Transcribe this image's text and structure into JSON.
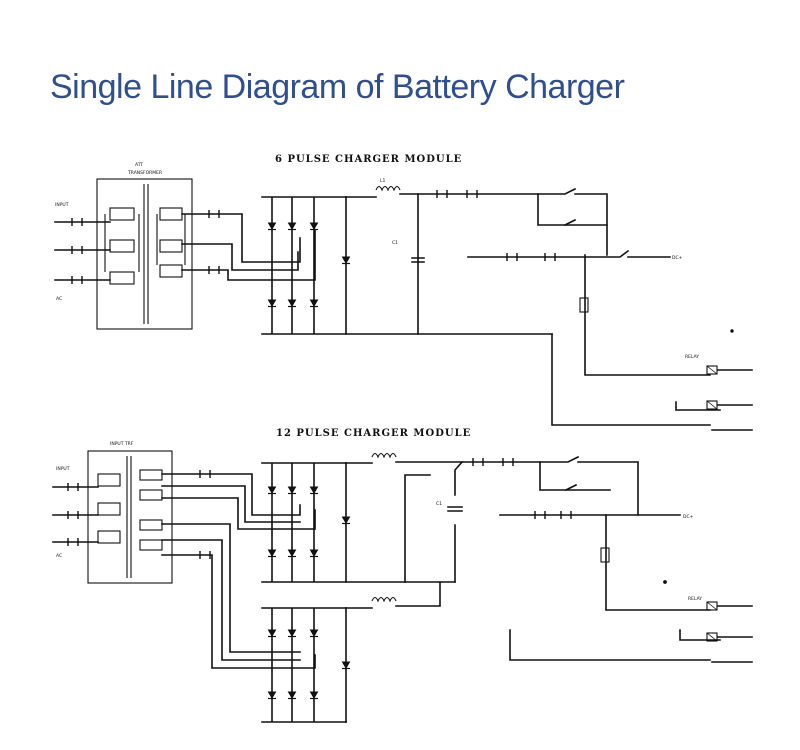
{
  "slide": {
    "title": "Single Line Diagram of Battery Charger"
  },
  "diagram": {
    "module_6_label": "6 PULSE CHARGER MODULE",
    "module_12_label": "12 PULSE CHARGER MODULE"
  }
}
